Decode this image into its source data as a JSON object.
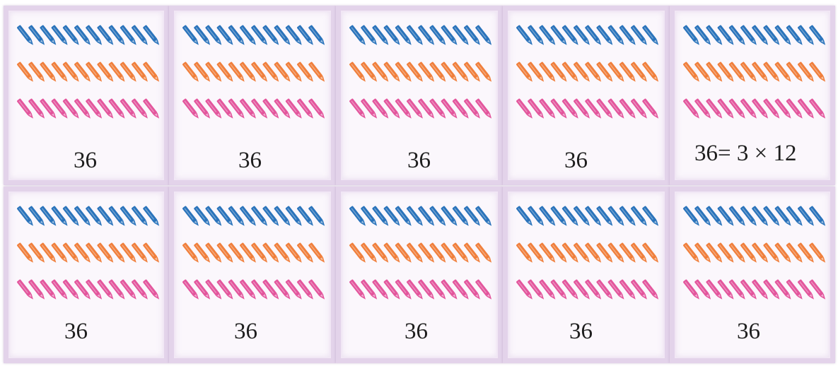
{
  "colors": {
    "blue": "#2a73bb",
    "orange": "#f07f3c",
    "pink": "#e3569d",
    "card_border": "#e3d3ea",
    "card_fill": "#fbf7fc"
  },
  "pencil_rows": [
    {
      "color_name": "blue",
      "count": 12
    },
    {
      "color_name": "orange",
      "count": 12
    },
    {
      "color_name": "pink",
      "count": 12
    }
  ],
  "cards": [
    {
      "label": "36"
    },
    {
      "label": "36"
    },
    {
      "label": "36"
    },
    {
      "label": "36"
    },
    {
      "label": "36= 3 × 12"
    },
    {
      "label": "36"
    },
    {
      "label": "36"
    },
    {
      "label": "36"
    },
    {
      "label": "36"
    },
    {
      "label": "36"
    }
  ]
}
